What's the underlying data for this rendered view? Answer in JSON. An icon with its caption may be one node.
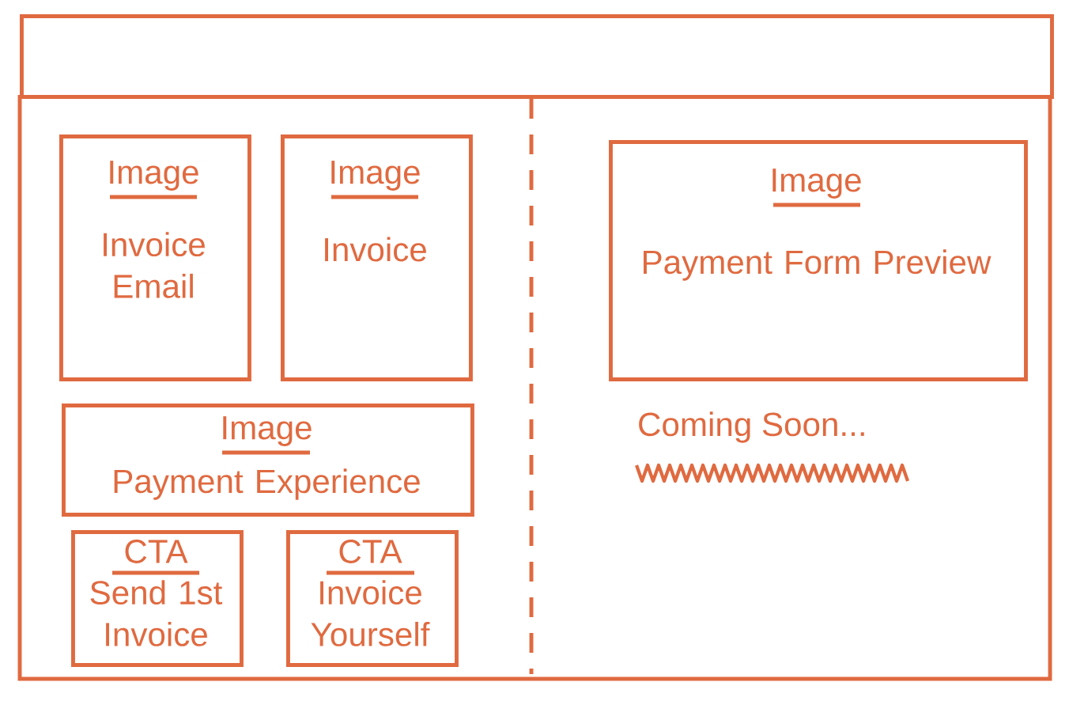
{
  "diagram": {
    "nodes": [
      {
        "text": [],
        "shape": "box"
      },
      {
        "text": [
          "Image",
          "Invoice Email"
        ]
      },
      {
        "text": [
          "Image",
          "Invoice"
        ]
      },
      {
        "text": [
          "Image",
          "Payment Form Preview"
        ]
      },
      {
        "text": [
          "Image",
          "Payment Experience"
        ]
      },
      {
        "text": [
          "CTA",
          "Send 1st Invoice"
        ]
      },
      {
        "text": [
          "CTA",
          "Invoice Yourself"
        ]
      }
    ],
    "labels": [
      "Coming Soon..."
    ]
  }
}
